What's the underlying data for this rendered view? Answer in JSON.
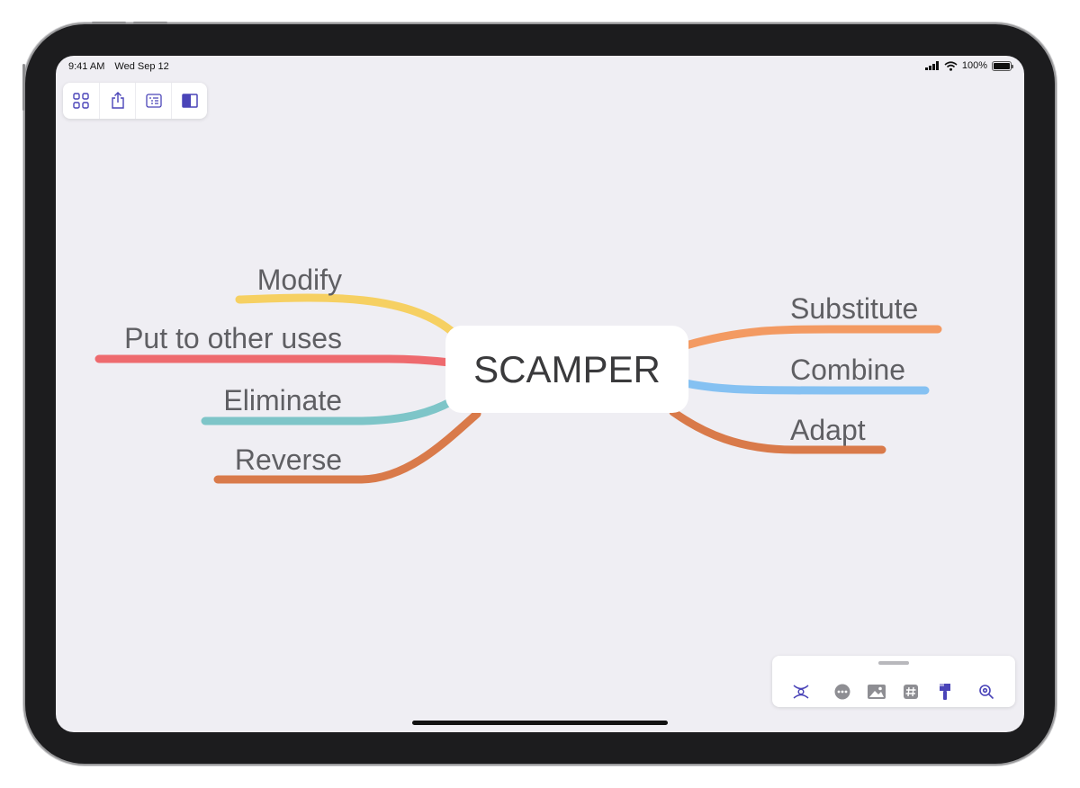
{
  "status_bar": {
    "time": "9:41 AM",
    "date": "Wed Sep 12",
    "battery_percent": "100%",
    "battery_level": 1.0
  },
  "toolbar": {
    "items": [
      "grid-view-icon",
      "share-icon",
      "outline-icon",
      "sidebar-toggle-icon"
    ],
    "accent": "#4a44b8"
  },
  "mindmap": {
    "central_topic": "SCAMPER",
    "branches": [
      {
        "label": "Substitute",
        "color": "#f39a62",
        "side": "right"
      },
      {
        "label": "Combine",
        "color": "#85c1f2",
        "side": "right"
      },
      {
        "label": "Adapt",
        "color": "#d97a4a",
        "side": "right"
      },
      {
        "label": "Modify",
        "color": "#f6d062",
        "side": "left"
      },
      {
        "label": "Put to other uses",
        "color": "#ee6a6e",
        "side": "left"
      },
      {
        "label": "Eliminate",
        "color": "#7ec5c8",
        "side": "left"
      },
      {
        "label": "Reverse",
        "color": "#d97a4a",
        "side": "left"
      }
    ]
  },
  "bottom_toolbar": {
    "items": [
      "relationship-icon",
      "more-icon",
      "image-icon",
      "tag-icon",
      "style-brush-icon",
      "zoom-icon"
    ]
  }
}
